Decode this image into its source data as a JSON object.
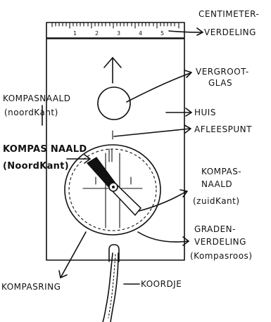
{
  "labels": {
    "centimeter_line1": "CENTIMETER-",
    "centimeter_line2": "VERDELING",
    "vergrootglas_line1": "VERGROOT-",
    "vergrootglas_line2": "GLAS",
    "kompasnaald_top_line1": "KOMPASNAALD",
    "kompasnaald_top_line2": "(noordKant)",
    "huis": "HUIS",
    "afleespunt": "AFLEESPUNT",
    "kompasnaald_left_line1": "KOMPAS NAALD",
    "kompasnaald_left_line2": "(NoordKant)",
    "kompasnaald_zuid_line1": "KOMPAS-",
    "kompasnaald_zuid_line2": "NAALD",
    "kompasnaald_zuid_line3": "(zuidKant)",
    "gradenverdeling_line1": "GRADEN-",
    "gradenverdeling_line2": "VERDELING",
    "gradenverdeling_line3": "(Kompasroos)",
    "kompasring": "KOMPASRING",
    "koordje": "KOORDJE"
  },
  "ruler_ticks": [
    "1",
    "2",
    "3",
    "4",
    "5"
  ]
}
